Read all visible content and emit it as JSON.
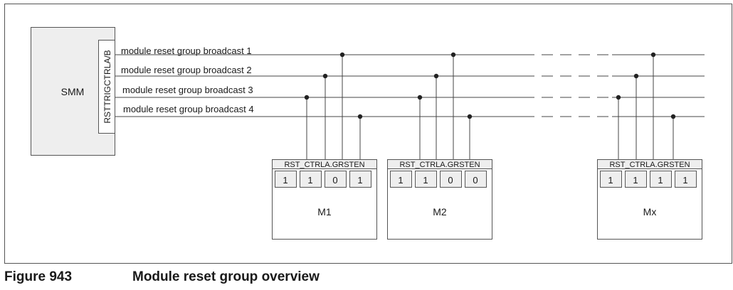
{
  "smm": {
    "label": "SMM",
    "register_label": "RSTTRIGCTRLA/B"
  },
  "broadcast_lines": [
    {
      "label": "module reset group broadcast 1"
    },
    {
      "label": "module reset group broadcast 2"
    },
    {
      "label": "module reset group broadcast 3"
    },
    {
      "label": "module reset group broadcast 4"
    }
  ],
  "modules": [
    {
      "name": "M1",
      "register": "RST_CTRLA.GRSTEN",
      "bits": [
        "1",
        "1",
        "0",
        "1"
      ]
    },
    {
      "name": "M2",
      "register": "RST_CTRLA.GRSTEN",
      "bits": [
        "1",
        "1",
        "0",
        "0"
      ]
    },
    {
      "name": "Mx",
      "register": "RST_CTRLA.GRSTEN",
      "bits": [
        "1",
        "1",
        "1",
        "1"
      ]
    }
  ],
  "figure": {
    "number": "Figure 943",
    "title": "Module reset group overview"
  }
}
